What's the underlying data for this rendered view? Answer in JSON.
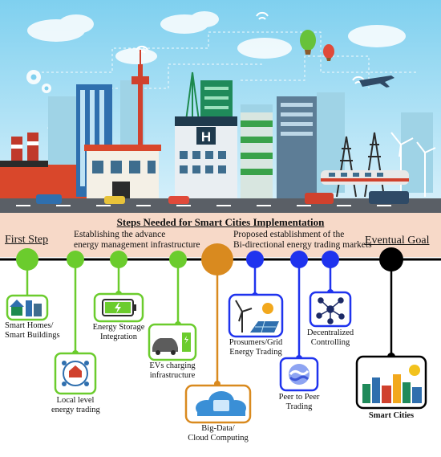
{
  "title": "Steps Needed for Smart Cities Implementation",
  "first_step": "First Step",
  "eventual_goal": "Eventual Goal",
  "phase_1": {
    "line1": "Establishing the advance",
    "line2": "energy management infrastructure"
  },
  "phase_2": {
    "line1": "Proposed establishment of the",
    "line2": "Bi-directional energy trading markets"
  },
  "steps": [
    {
      "line1": "Smart Homes/",
      "line2": "Smart Buildings"
    },
    {
      "line1": "Local level",
      "line2": "energy trading"
    },
    {
      "line1": "Energy Storage",
      "line2": "Integration"
    },
    {
      "line1": "EVs charging",
      "line2": "infrastructure"
    },
    {
      "line1": "Big-Data/",
      "line2": "Cloud Computing"
    },
    {
      "line1": "Prosumers/Grid",
      "line2": "Energy Trading"
    },
    {
      "line1": "Peer to Peer",
      "line2": "Trading"
    },
    {
      "line1": "Decentralized",
      "line2": "Controlling"
    },
    {
      "line1": "Smart Cities",
      "line2": ""
    }
  ],
  "colors": {
    "green": "#6bcc2d",
    "orange": "#d98a1f",
    "blue": "#1f33ee",
    "black": "#000000",
    "banner": "#f7d9c8",
    "sky": "#6ec7ea"
  }
}
